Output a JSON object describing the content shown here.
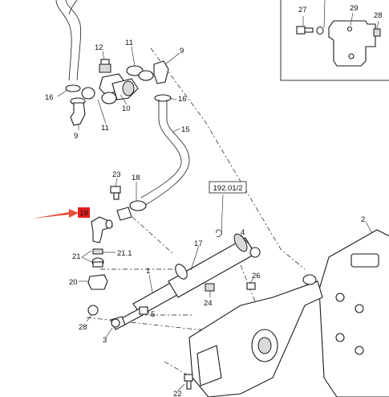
{
  "callouts": {
    "n27": "27",
    "n29": "29",
    "n28a": "28",
    "n12": "12",
    "n11a": "11",
    "n9a": "9",
    "n16a": "16",
    "n16b": "16",
    "n10": "10",
    "n11b": "11",
    "n9b": "9",
    "n15": "15",
    "n23": "23",
    "n18": "18",
    "n19": "19",
    "n21": "21",
    "n21_1": "21.1",
    "n20": "20",
    "n17": "17",
    "n4": "4",
    "n1": "1",
    "n26": "26",
    "n24": "24",
    "n5": "5",
    "n28b": "28",
    "n3": "3",
    "n2": "2",
    "n22": "22"
  },
  "reference_box": {
    "label": "192.01/2"
  },
  "highlight": {
    "part": "19",
    "color": "#e41e1e",
    "arrow_color": "#e8503a"
  }
}
